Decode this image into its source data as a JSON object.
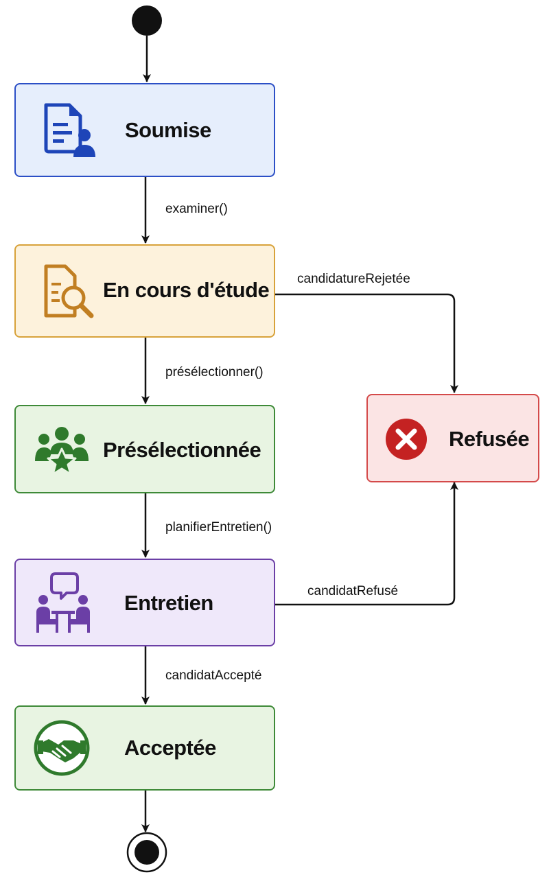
{
  "diagram": {
    "states": {
      "submitted": {
        "name": "Soumise",
        "icon": "document-person-icon",
        "fill": "#e6eefc",
        "border": "#2c4fc6"
      },
      "reviewing": {
        "name": "En cours d'étude",
        "icon": "document-search-icon",
        "fill": "#fdf2dc",
        "border": "#d8a23a"
      },
      "shortlisted": {
        "name": "Présélectionnée",
        "icon": "team-star-icon",
        "fill": "#e8f4e2",
        "border": "#3e8a38"
      },
      "interview": {
        "name": "Entretien",
        "icon": "interview-icon",
        "fill": "#efe8fa",
        "border": "#6b3fa6"
      },
      "accepted": {
        "name": "Acceptée",
        "icon": "handshake-icon",
        "fill": "#e8f4e2",
        "border": "#3e8a38"
      },
      "refused": {
        "name": "Refusée",
        "icon": "close-circle-icon",
        "fill": "#fbe4e4",
        "border": "#d44a4a"
      }
    },
    "transitions": {
      "examine": "examiner()",
      "rejected": "candidatureRejetée",
      "shortlist": "présélectionner()",
      "schedule": "planifierEntretien()",
      "refused": "candidatRefusé",
      "accepted": "candidatAccepté"
    }
  }
}
